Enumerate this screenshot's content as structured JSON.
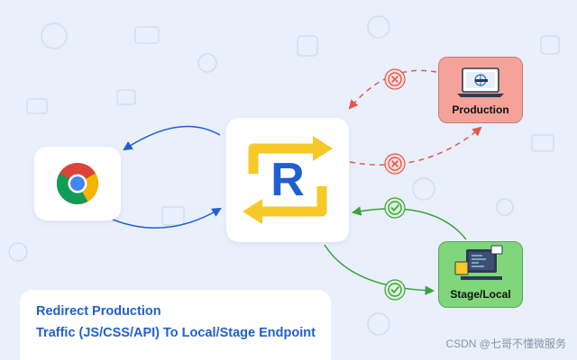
{
  "nodes": {
    "production": {
      "label": "Production"
    },
    "stage": {
      "label": "Stage/Local"
    }
  },
  "caption": {
    "line1": "Redirect Production",
    "line2": "Traffic (JS/CSS/API) To Local/Stage Endpoint"
  },
  "watermark": "CSDN @七哥不懂微服务",
  "icons": {
    "browser": "chrome-icon",
    "redirector": "requestly-r-icon",
    "production": "web-server-laptop-icon",
    "stage": "developer-workstation-icon",
    "blocked": "x-circle-icon",
    "allowed": "check-circle-icon"
  },
  "colors": {
    "background": "#e9effb",
    "arrow_blue": "#1f5fd0",
    "arrow_red": "#e05a50",
    "arrow_green": "#3aa33a",
    "production_fill": "#f5a39a",
    "stage_fill": "#7fd67b",
    "r_blue": "#1f5fd0",
    "r_yellow": "#f6c928"
  }
}
